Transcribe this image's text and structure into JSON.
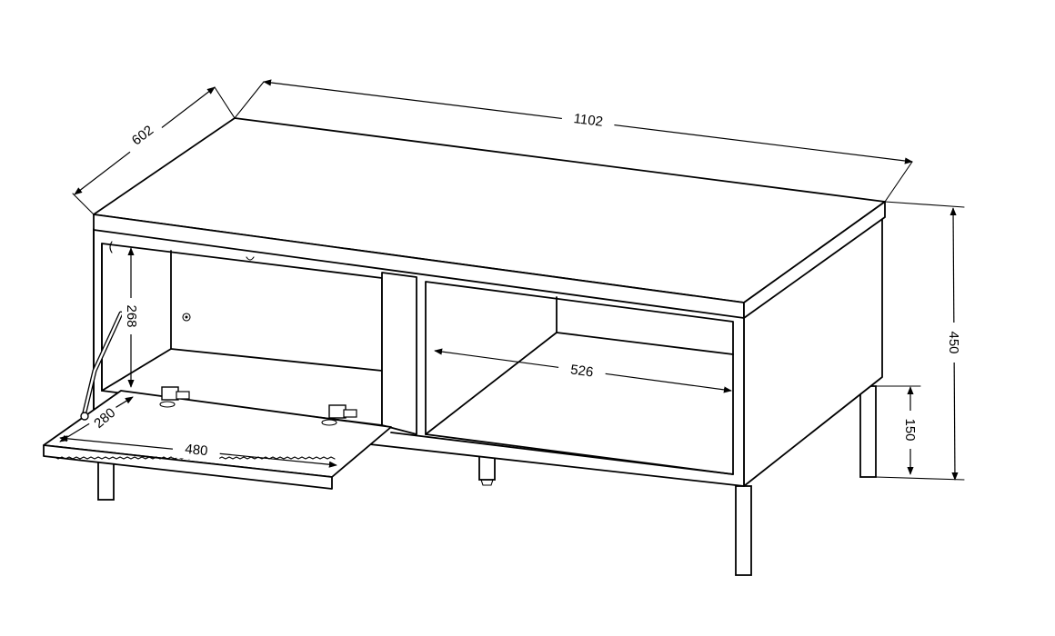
{
  "dimensions": {
    "width": "1102",
    "depth": "602",
    "height": "450",
    "leg_height": "150",
    "inner_compartment_width": "526",
    "shelf_width": "480",
    "shelf_depth": "280",
    "compartment_height": "268"
  }
}
